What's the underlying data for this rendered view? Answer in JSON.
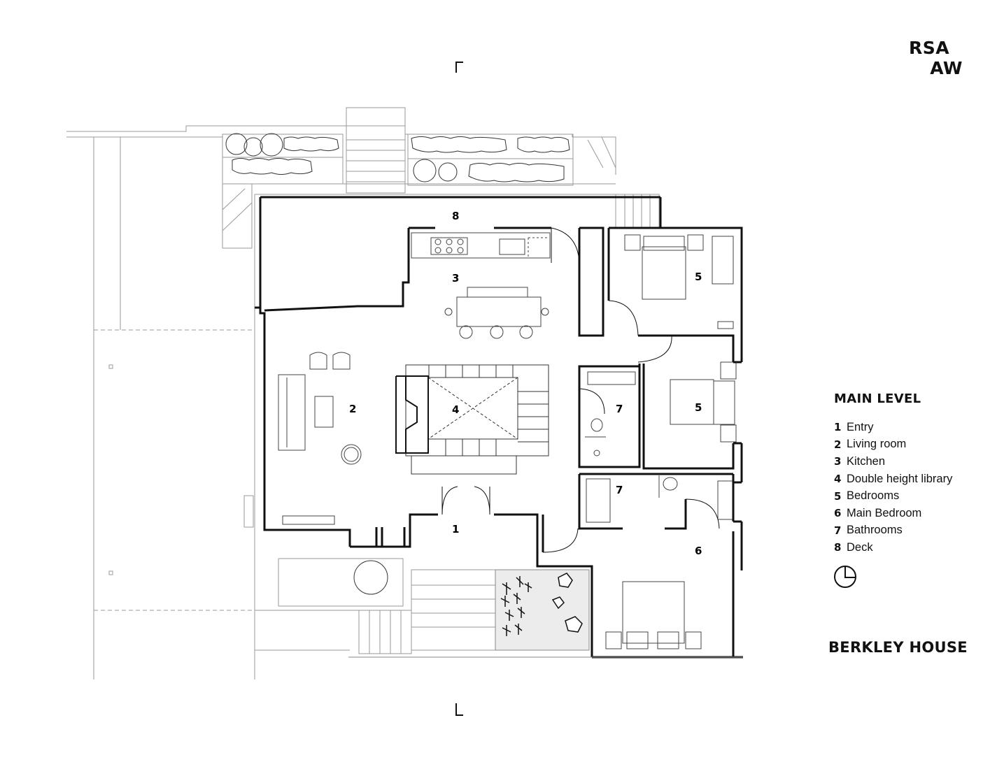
{
  "logo": {
    "line1": "RSA",
    "line2": "AW"
  },
  "legend": {
    "title": "MAIN LEVEL",
    "items": [
      {
        "num": "1",
        "label": "Entry"
      },
      {
        "num": "2",
        "label": "Living room"
      },
      {
        "num": "3",
        "label": "Kitchen"
      },
      {
        "num": "4",
        "label": "Double height library"
      },
      {
        "num": "5",
        "label": "Bedrooms"
      },
      {
        "num": "6",
        "label": "Main Bedroom"
      },
      {
        "num": "7",
        "label": "Bathrooms"
      },
      {
        "num": "8",
        "label": "Deck"
      }
    ]
  },
  "project_title": "BERKLEY HOUSE",
  "room_labels": {
    "deck": "8",
    "kitchen": "3",
    "living": "2",
    "library": "4",
    "bedroom_upper": "5",
    "bedroom_middle": "5",
    "bathroom_upper": "7",
    "bathroom_lower": "7",
    "entry": "1",
    "main_bedroom": "6"
  },
  "icons": {
    "north_symbol": "north-arrow-icon"
  },
  "colors": {
    "wall": "#111111",
    "context_line": "#9a9a9a",
    "furniture": "#555555"
  }
}
